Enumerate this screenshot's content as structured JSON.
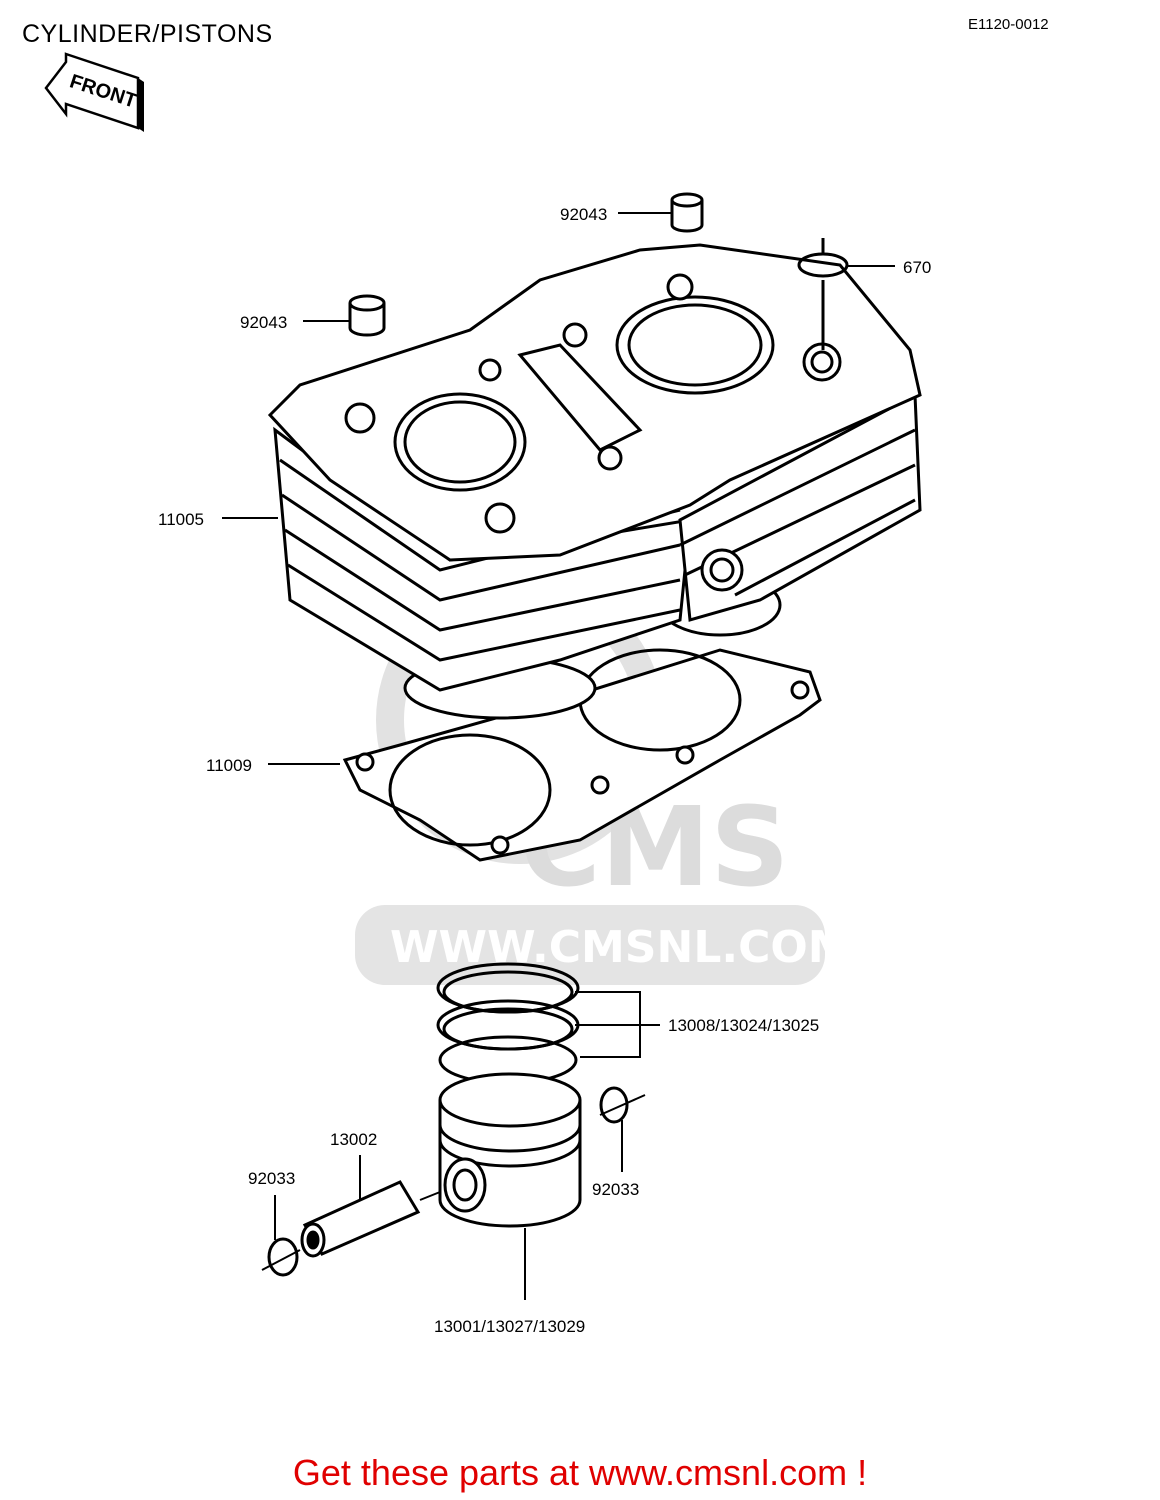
{
  "header": {
    "title": "CYLINDER/PISTONS",
    "code": "E1120-0012"
  },
  "front_label": "FRONT",
  "watermark": {
    "brand": "CMS",
    "url": "WWW.CMSNL.COM"
  },
  "labels": {
    "dowel_upper": "92043",
    "oring": "670",
    "dowel_left": "92043",
    "cylinder": "11005",
    "gasket": "11009",
    "rings": "13008/13024/13025",
    "pin": "13002",
    "clip_left": "92033",
    "clip_right": "92033",
    "piston": "13001/13027/13029"
  },
  "footer": {
    "text": "Get these parts at www.cmsnl.com !"
  },
  "colors": {
    "ink": "#000000",
    "watermark": "#dcdcdc",
    "footer": "#e00000"
  }
}
